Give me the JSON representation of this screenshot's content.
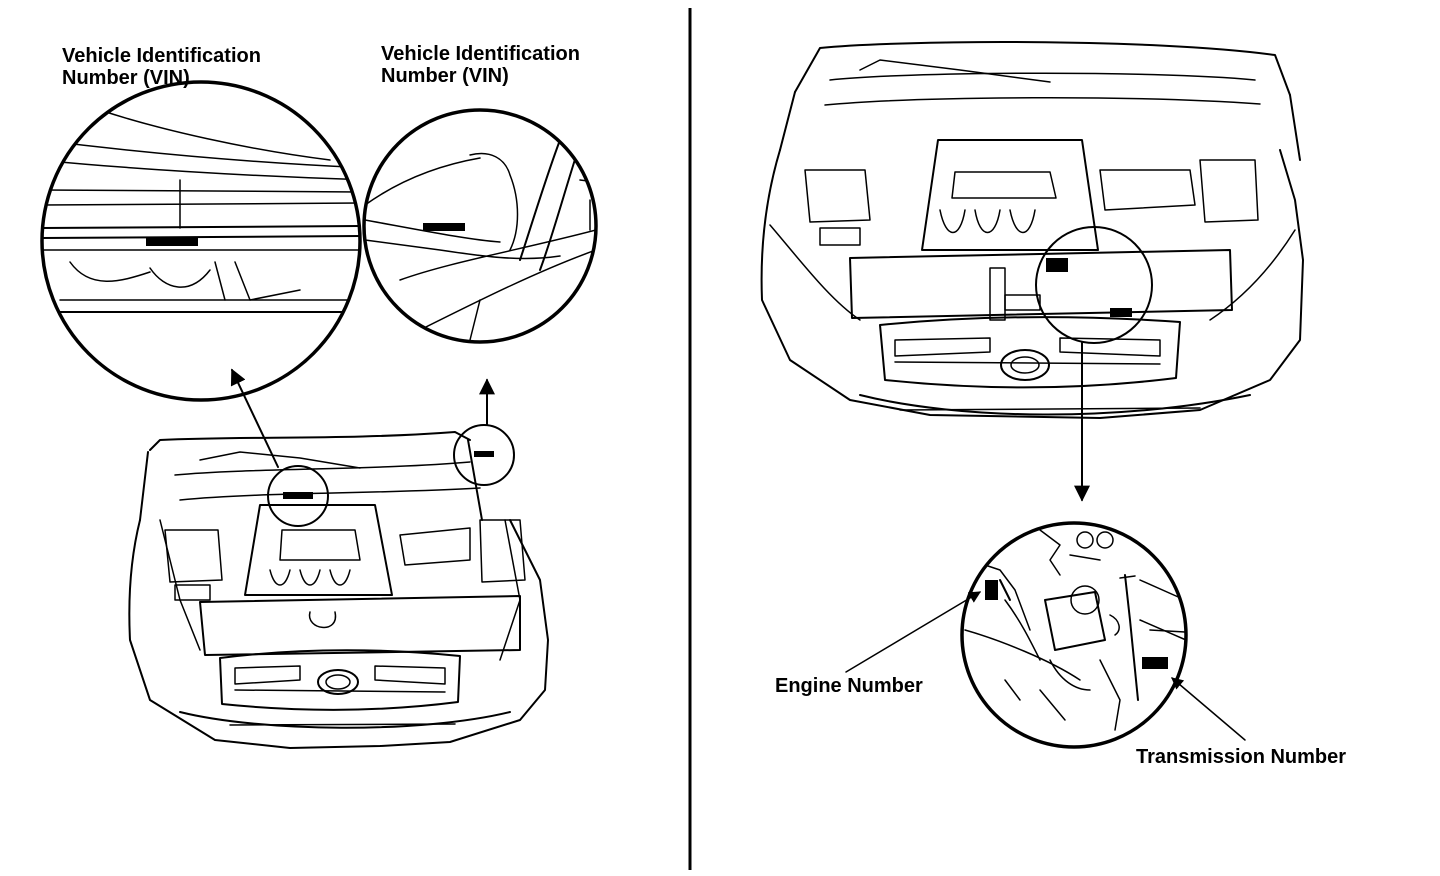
{
  "labels": {
    "vin_left_line1": "Vehicle Identification",
    "vin_left_line2": "Number (VIN)",
    "vin_right_line1": "Vehicle Identification",
    "vin_right_line2": "Number (VIN)",
    "engine_number": "Engine Number",
    "transmission_number": "Transmission Number"
  }
}
